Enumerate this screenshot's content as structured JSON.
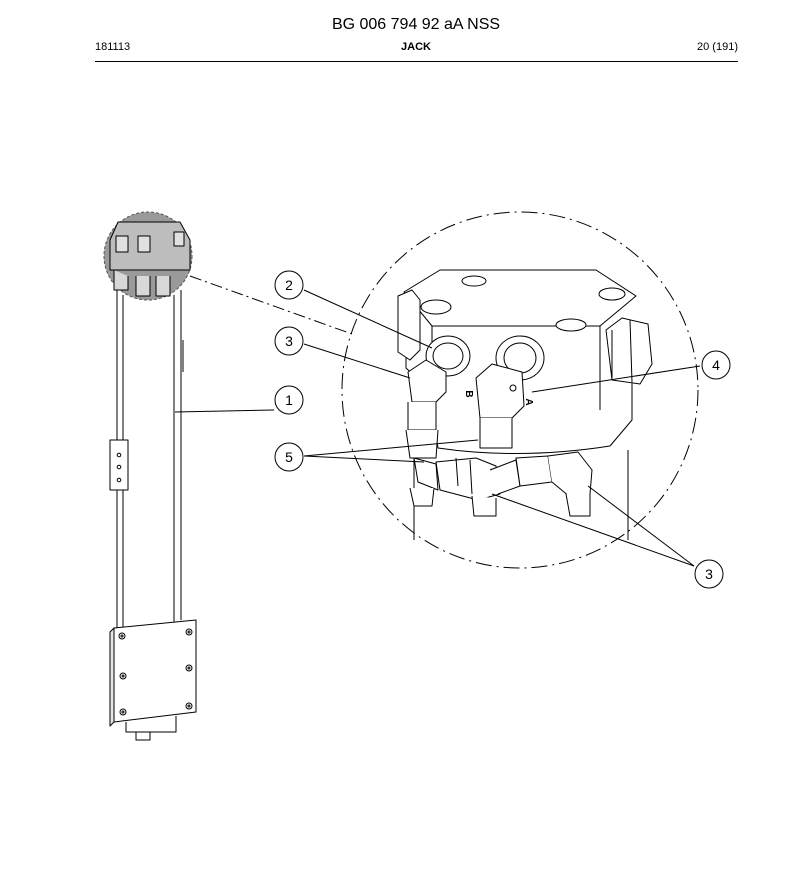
{
  "document": {
    "number": "BG 006 794 92 aA NSS",
    "date_code": "181113",
    "section_title": "JACK",
    "page": "20 (191)"
  },
  "illustration": {
    "callouts": [
      "1",
      "2",
      "3",
      "4",
      "5",
      "3"
    ],
    "port_labels": [
      "B",
      "A"
    ]
  }
}
